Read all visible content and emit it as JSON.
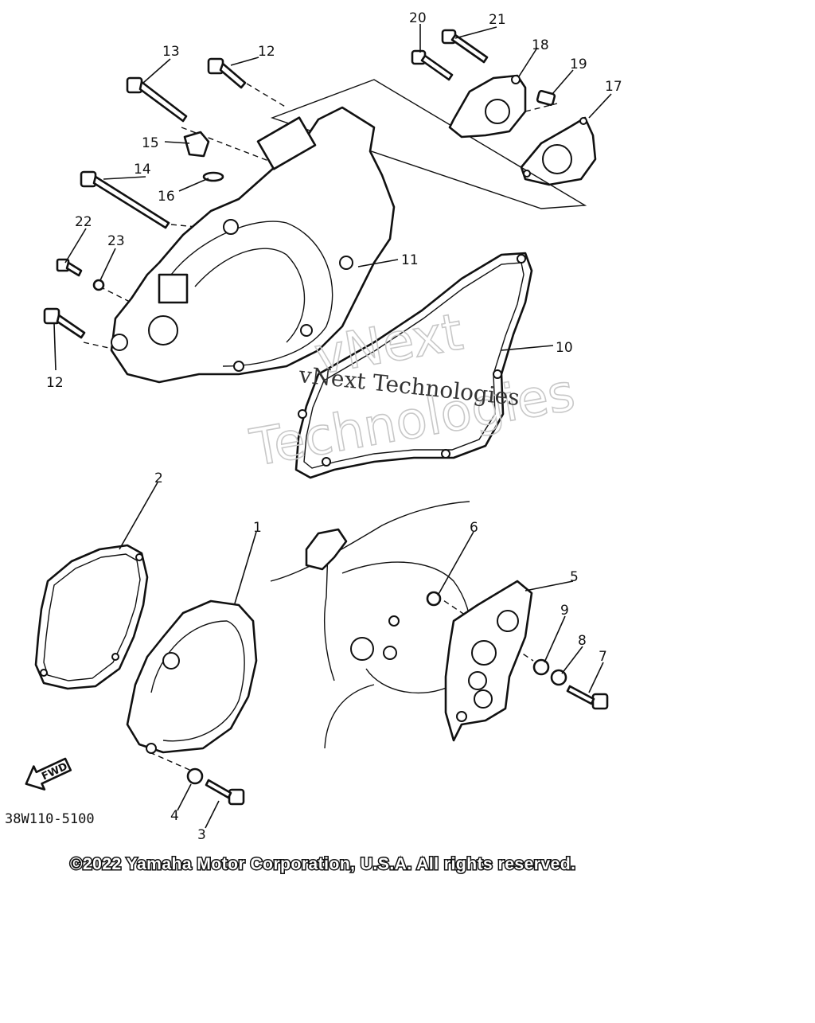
{
  "diagram": {
    "callouts": {
      "c1": "1",
      "c2": "2",
      "c3": "3",
      "c4": "4",
      "c5": "5",
      "c6": "6",
      "c7": "7",
      "c8": "8",
      "c9": "9",
      "c10": "10",
      "c11": "11",
      "c12a": "12",
      "c12b": "12",
      "c13": "13",
      "c14": "14",
      "c15": "15",
      "c16": "16",
      "c17": "17",
      "c18": "18",
      "c19": "19",
      "c20": "20",
      "c21": "21",
      "c22": "22",
      "c23": "23"
    },
    "fwd_label": "FWD",
    "part_code": "38W110-5100"
  },
  "watermark": {
    "large": [
      "vNext",
      "Technologies"
    ],
    "small": "vNext Technologies"
  },
  "copyright": "©2022 Yamaha Motor Corporation, U.S.A. All rights reserved."
}
